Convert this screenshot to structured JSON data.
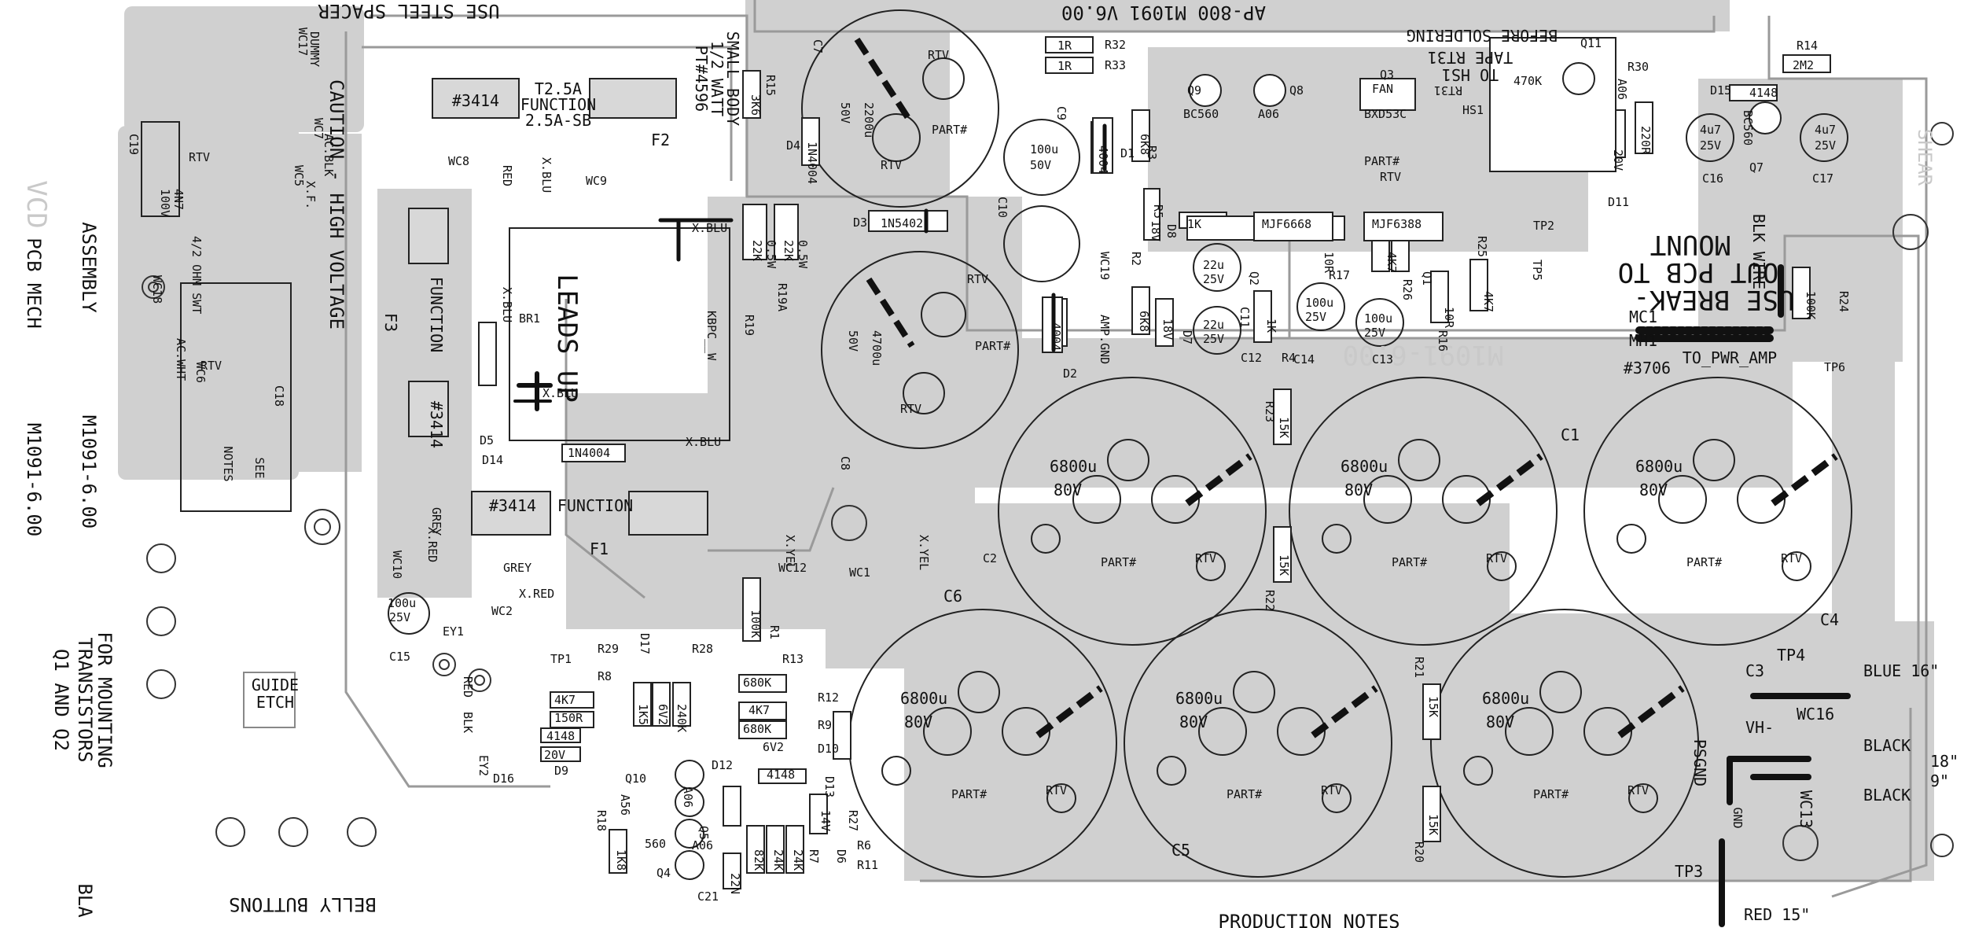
{
  "board": {
    "top_banner": "AP-800  M1091  V6.00",
    "bottom_banner": "PRODUCTION NOTES",
    "steel_spacer": "USE STEEL SPACER",
    "caution": "CAUTION - HIGH VOLTAGE",
    "assembly": "ASSEMBLY",
    "assembly_code": "M1091-6.00",
    "pcb_mech": "PCB MECH",
    "pcb_mech_code": "M1091-6.00",
    "mounting_note": [
      "FOR MOUNTING",
      "TRANSISTORS",
      "Q1 AND Q2"
    ],
    "belly": "BELLY BUTTONS",
    "leads_up": "LEADS UP",
    "guide_etch": [
      "GUIDE",
      "ETCH"
    ],
    "shear": "SHEAR",
    "vcd": "VCD",
    "bla": "BLA",
    "small_body": [
      "SMALL BODY",
      "1/2 WATT",
      "PT#4596"
    ],
    "before_soldering": [
      "BEFORE SOLDERING",
      "TAPE RT31",
      "TO HS1"
    ],
    "breakout": [
      "USE BREAK-",
      "OUT PCB TO",
      "MOUNT"
    ],
    "blk_wire": "BLK WIRE",
    "mc1": "MC1",
    "mh1": "MH1",
    "pn_3706": "#3706",
    "to_pwr_amp": "TO_PWR_AMP",
    "notes_box": [
      "NOTES",
      "SEE"
    ],
    "part_hash": "PART#",
    "rtv": "RTV",
    "ghost_num": "M1091-6.00"
  },
  "fuses": {
    "t25a": [
      "T2.5A",
      "FUNCTION",
      "2.5A-SB"
    ],
    "pn_3414": "#3414",
    "function": "FUNCTION",
    "f1": "F1",
    "f2": "F2",
    "f3": "F3"
  },
  "big_caps": {
    "value": "6800u",
    "voltage": "80V",
    "labels": [
      "C1",
      "C4",
      "C5",
      "C6",
      "C3"
    ]
  },
  "wires": {
    "blue": "BLUE 16\"",
    "black": "BLACK",
    "len_18": "18\"",
    "len_9": "9\"",
    "black2": "BLACK",
    "red": "RED 15\"",
    "vh_minus": "VH-",
    "wc16": "WC16",
    "wc13": "WC13",
    "tp3": "TP3",
    "tp4": "TP4",
    "psgnd": "PSGND",
    "gnd": "GND"
  },
  "components": {
    "r32": "R32",
    "r33": "R33",
    "r1r": "1R",
    "r15": "R15",
    "r15v": "3K6",
    "d4": "D4",
    "d4v": "1N4004",
    "c7": "C7",
    "c7v": "2200u",
    "c7vv": "50V",
    "c9": "C9",
    "c9v": "100u",
    "c9vv": "50V",
    "c10": "C10",
    "d1": "D1",
    "d1v": "4004",
    "r3": "R3",
    "r3v": "6K8",
    "r5": "R5",
    "d8": "D8",
    "d8v": "18V",
    "q9": "Q9",
    "q8": "Q8",
    "q9v": "BC560",
    "q8v": "A06",
    "q3": "Q3",
    "q3v": "BXD53C",
    "fan": "FAN",
    "hs1": "HS1",
    "rt31": "RT31",
    "rt31v": "470K",
    "q11": "Q11",
    "r30": "R30",
    "q11v": "A06",
    "r14": "R14",
    "r14v": "2M2",
    "d15": "D15",
    "d15v": "4148",
    "c16": "C16",
    "c17": "C17",
    "c16v": "4u7",
    "c16vv": "25V",
    "q7": "Q7",
    "q7v": "BC560",
    "d11": "D11",
    "d11v": "20V",
    "r220": "220R",
    "d3": "D3",
    "d3v": "1N5402",
    "r19": "R19",
    "r19a": "R19A",
    "r22k": "22K",
    "r05w": "0.5W",
    "kbpc": "KBPC__W",
    "c8": "C8",
    "c8v": "4700u",
    "c8vv": "50V",
    "d2": "D2",
    "d2v": "4004",
    "r2": "R2",
    "r2v": "6K8",
    "d7": "D7",
    "d7v": "18V",
    "wc19": "WC19",
    "ampgnd": "AMP.GND",
    "c11": "C11",
    "c12": "C12",
    "c11v": "22u",
    "c11vv": "25V",
    "q2": "Q2",
    "q1": "Q1",
    "q2v": "MJF6668",
    "q1v": "MJF6388",
    "r17": "R17",
    "r26": "R26",
    "r16": "R16",
    "r25": "R25",
    "r10r": "10R",
    "r4k7": "4K7",
    "r1k": "1K",
    "r4": "R4",
    "c14": "C14",
    "c13": "C13",
    "c14v": "100u",
    "c14vv": "25V",
    "tp2": "TP2",
    "tp5": "TP5",
    "tp6": "TP6",
    "r24": "R24",
    "r24v": "100K",
    "r23": "R23",
    "r22": "R22",
    "r21": "R21",
    "r20": "R20",
    "r15k": "15K",
    "wc8": "WC8",
    "wc9": "WC9",
    "red": "RED",
    "xblu": "X.BLU",
    "br1": "BR1",
    "d5": "D5",
    "d14": "D14",
    "d14v": "1N4004",
    "wc10": "WC10",
    "grey": "GREY",
    "wc2": "WC2",
    "xred": "X.RED",
    "wc12": "WC12",
    "wc1": "WC1",
    "xyel": "X.YEL",
    "c2": "C2",
    "r1": "R1",
    "r1v": "100K",
    "c15": "C15",
    "c15v": "100u",
    "c15vv": "25V",
    "ey1": "EY1",
    "ey2": "EY2",
    "blk": "BLK",
    "tp1": "TP1",
    "r29": "R29",
    "r8": "R8",
    "r28": "R28",
    "r13": "R13",
    "r150": "150R",
    "r680k": "680K",
    "r1k5": "1K5",
    "r240k": "240K",
    "r6v2": "6V2",
    "d17": "D17",
    "d9": "D9",
    "d9v": "20V",
    "d16": "D16",
    "d4148": "4148",
    "r12": "R12",
    "r9": "R9",
    "d10": "D10",
    "d13": "D13",
    "r27": "R27",
    "d12": "D12",
    "q10": "Q10",
    "q10v": "A56",
    "q5": "Q5",
    "q5v": "A06",
    "q4": "Q4",
    "q4v": "560",
    "q6v": "A06",
    "r18": "R18",
    "r1k8": "1K8",
    "r6": "R6",
    "r7": "R7",
    "r11": "R11",
    "d6": "D6",
    "d6v": "14V",
    "r82k": "82K",
    "r24k": "24K",
    "r22n": "22N",
    "c21": "C21",
    "wc17": "WC17",
    "dummy": "DUMMY",
    "wc5": "WC5",
    "wc7": "WC7",
    "xf": "X.F.",
    "acblk": "AC.BLK",
    "wc18": "WC18",
    "wc6": "WC6",
    "acwht": "AC.WHT",
    "c19": "C19",
    "c19v": "100V",
    "c19vv": "4N7",
    "ohm": "4/2 OHM SWT",
    "c18": "C18"
  }
}
